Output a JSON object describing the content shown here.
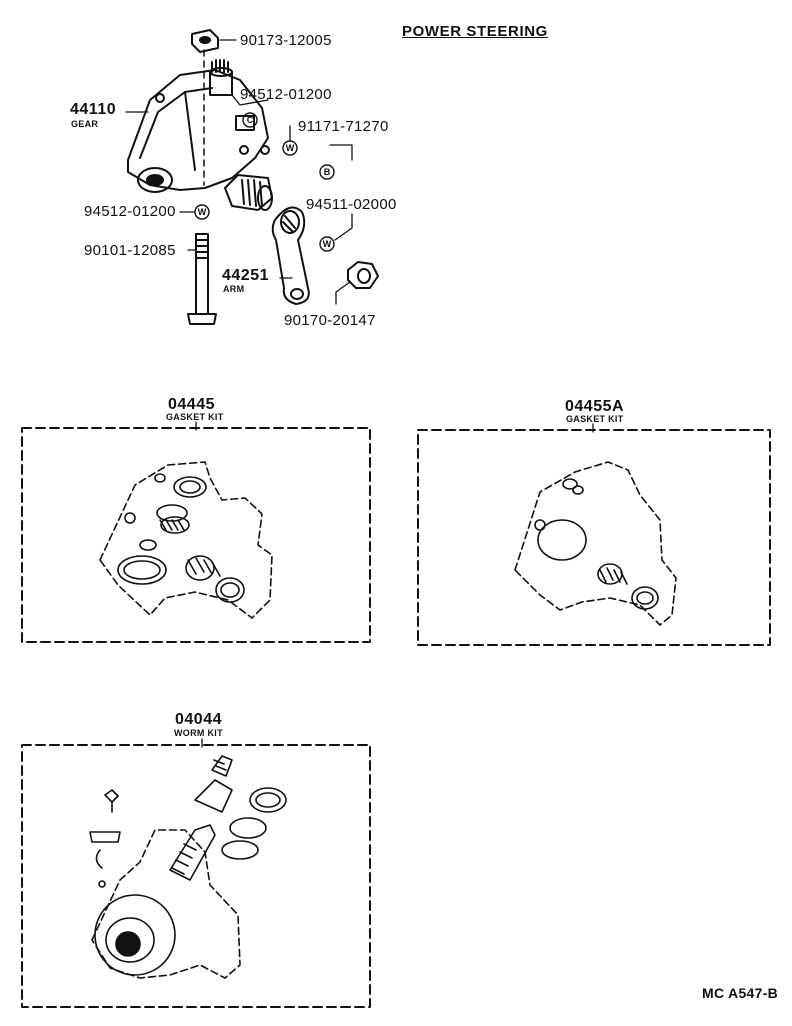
{
  "title": "POWER STEERING",
  "diagram_code": "MC A547-B",
  "parts": {
    "gear": {
      "number": "44110",
      "name": "GEAR"
    },
    "arm": {
      "number": "44251",
      "name": "ARM"
    },
    "p90173": "90173-12005",
    "p94512_top": "94512-01200",
    "p91171": "91171-71270",
    "p94512_left": "94512-01200",
    "p94511": "94511-02000",
    "p90101": "90101-12085",
    "p90170": "90170-20147"
  },
  "symbols": {
    "washer": "W",
    "bolt": "B",
    "clip": "C"
  },
  "kits": {
    "gasket_kit_1": {
      "number": "04445",
      "name": "GASKET KIT"
    },
    "gasket_kit_2": {
      "number": "04455A",
      "name": "GASKET KIT"
    },
    "worm_kit": {
      "number": "04044",
      "name": "WORM KIT"
    }
  }
}
